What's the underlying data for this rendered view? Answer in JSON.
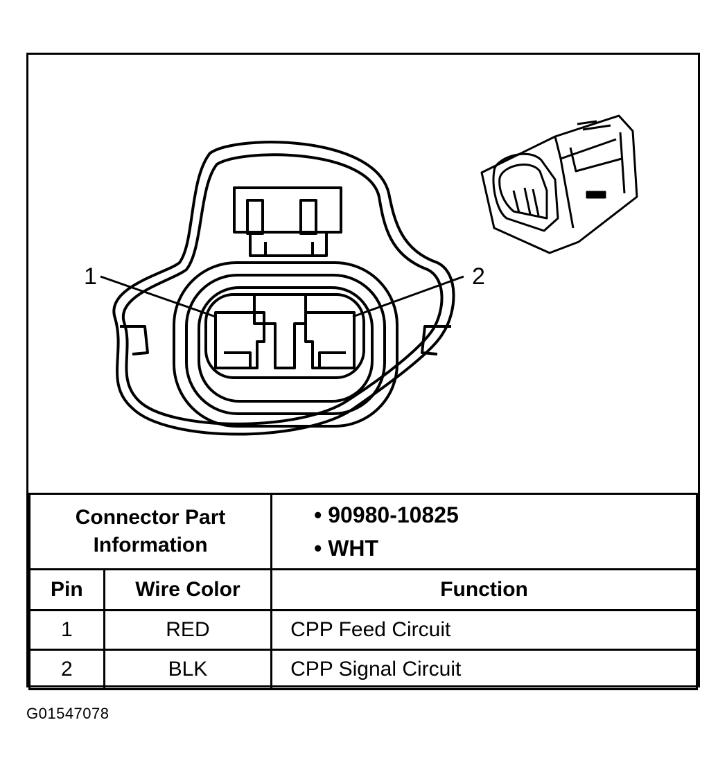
{
  "callouts": {
    "pin1": "1",
    "pin2": "2"
  },
  "connector_info": {
    "label_line1": "Connector Part",
    "label_line2": "Information",
    "part_number": "• 90980-10825",
    "color": "• WHT"
  },
  "table": {
    "headers": {
      "pin": "Pin",
      "wire_color": "Wire Color",
      "function": "Function"
    },
    "rows": [
      {
        "pin": "1",
        "wire_color": "RED",
        "function": "CPP Feed Circuit"
      },
      {
        "pin": "2",
        "wire_color": "BLK",
        "function": "CPP Signal Circuit"
      }
    ]
  },
  "figure_id": "G01547078"
}
